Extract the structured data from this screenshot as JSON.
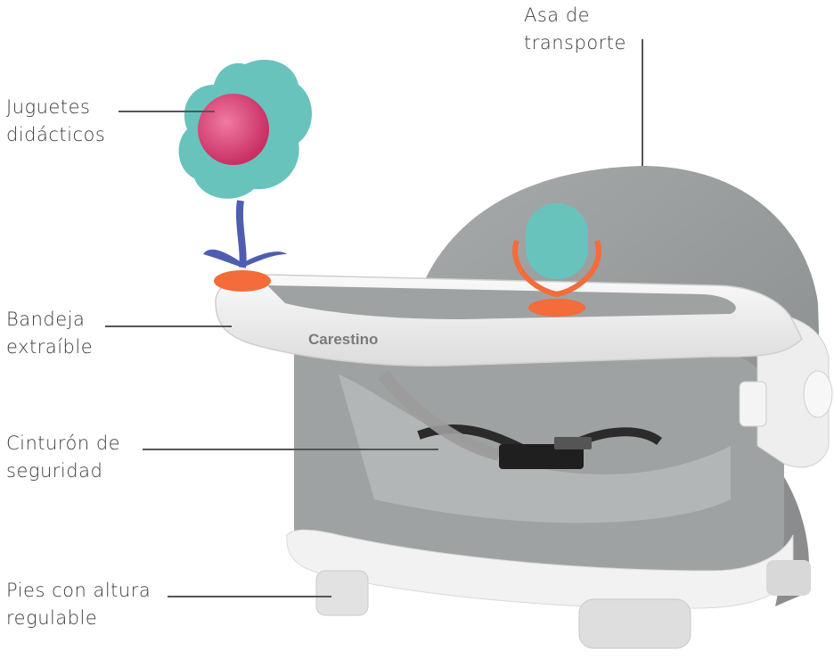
{
  "product": {
    "brand_text": "Carestino"
  },
  "callouts": {
    "handle": {
      "line1": "Asa de",
      "line2": "transporte"
    },
    "toys": {
      "line1": "Juguetes",
      "line2": "didácticos"
    },
    "tray": {
      "line1": "Bandeja",
      "line2": "extraíble"
    },
    "belt": {
      "line1": "Cinturón de",
      "line2": "seguridad"
    },
    "feet": {
      "line1": "Pies con altura",
      "line2": "regulable"
    }
  },
  "colors": {
    "seat_gray": "#9c9fa0",
    "tray_white": "#f3f3f3",
    "toy_teal": "#68c3bd",
    "toy_pink": "#e2457a",
    "toy_stem": "#4f5db0",
    "toy_orange": "#f36c3a",
    "strap": "#2b2b2b"
  }
}
